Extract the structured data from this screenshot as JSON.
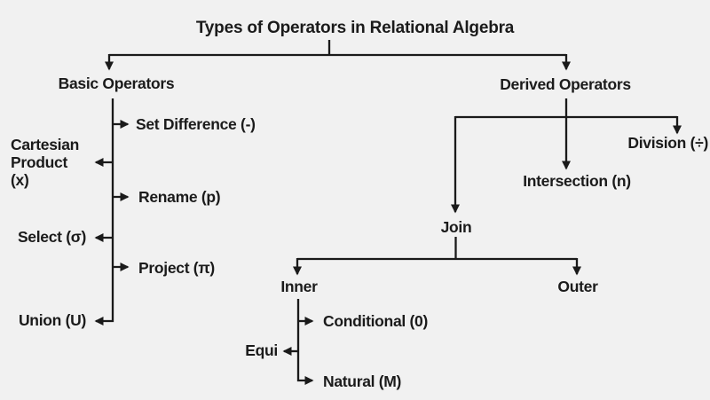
{
  "colors": {
    "background": "#f1f1f1",
    "line": "#1a1a1a",
    "text": "#1b1b1b"
  },
  "diagram": {
    "title": "Types of Operators in Relational Algebra",
    "basic": {
      "label": "Basic Operators",
      "set_difference": "Set Difference (-)",
      "cartesian_product": {
        "label": "Cartesian Product (x)",
        "lines": [
          "Cartesian",
          "Product",
          "(x)"
        ]
      },
      "rename": "Rename (p)",
      "select": "Select (σ)",
      "project": "Project (π)",
      "union": "Union (U)"
    },
    "derived": {
      "label": "Derived Operators",
      "division": "Division (÷)",
      "intersection": "Intersection (n)",
      "join": {
        "label": "Join",
        "inner": {
          "label": "Inner",
          "conditional": "Conditional (0)",
          "equi": "Equi",
          "natural": "Natural (M)"
        },
        "outer": {
          "label": "Outer"
        }
      }
    }
  }
}
